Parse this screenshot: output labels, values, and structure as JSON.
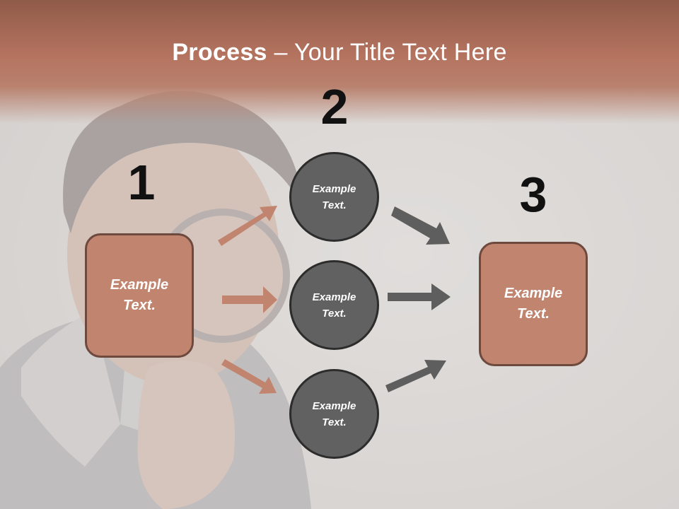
{
  "slide": {
    "title_bold": "Process",
    "title_rest": " – Your Title Text Here"
  },
  "steps": {
    "num1": "1",
    "num2": "2",
    "num3": "3"
  },
  "nodes": {
    "left_box": "Example Text.",
    "circle_top": "Example Text.",
    "circle_middle": "Example Text.",
    "circle_bottom": "Example Text.",
    "right_box": "Example Text."
  },
  "colors": {
    "title_band": "#b4735f",
    "box_fill": "#c1846e",
    "box_border": "#6e4a3e",
    "circle_fill": "#616161",
    "circle_border": "#2c2c2c",
    "arrow_left": "#c1846e",
    "arrow_right": "#5e5e5e"
  }
}
